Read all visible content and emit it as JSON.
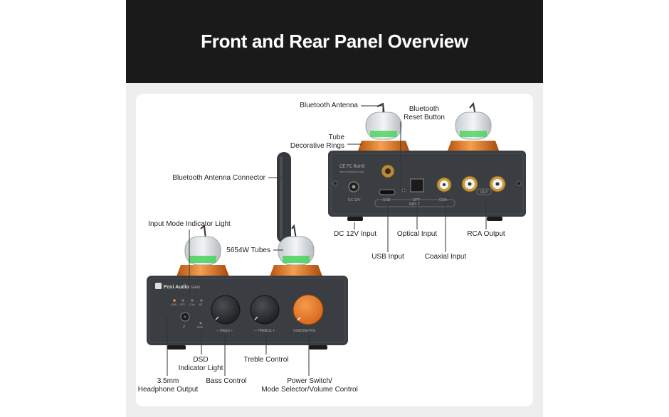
{
  "header": {
    "title": "Front and Rear Panel Overview"
  },
  "device": {
    "brand": "Fosi Audio",
    "model": "GR40",
    "front_indicators": [
      "USB",
      "OPT",
      "COA",
      "BT"
    ],
    "knob_labels": {
      "bass": "— BASS +",
      "treble": "— TREBLE +",
      "vol": "⏻/MODE/VOL"
    },
    "dsd_marker": "DSD",
    "rear_marks": {
      "cert": "CE FC RoHS",
      "url": "www.fosiaudio.com",
      "dc": "DC  12V",
      "usb": "USB",
      "opt": "OPT",
      "coa": "COA",
      "input": "INPUT",
      "output": "OUT"
    }
  },
  "labels": {
    "bt_antenna": "Bluetooth Antenna",
    "bt_reset": [
      "Bluetooth",
      "Reset Button"
    ],
    "tube_rings": [
      "Tube",
      "Decorative Rings"
    ],
    "bt_connector": "Bluetooth Antenna Connector",
    "input_mode_light": "Input Mode Indicator Light",
    "tubes": "5654W Tubes",
    "dc_input": "DC 12V Input",
    "usb_input": "USB Input",
    "optical_input": "Optical Input",
    "coaxial_input": "Coaxial Input",
    "rca_output": "RCA Output",
    "dsd_light": [
      "DSD",
      "Indicator Light"
    ],
    "treble_control": "Treble Control",
    "headphone_output": [
      "3.5mm",
      "Headphone Output"
    ],
    "bass_control": "Bass Control",
    "power_switch": [
      "Power Switch/",
      "Mode Selector/Volume Control"
    ]
  },
  "colors": {
    "header_bg": "#1a1a1a",
    "panel_bg": "#eeeeee",
    "device_body": "#3a3d42",
    "accent_orange": "#e8781e",
    "tube_glow": "#46d35a"
  }
}
